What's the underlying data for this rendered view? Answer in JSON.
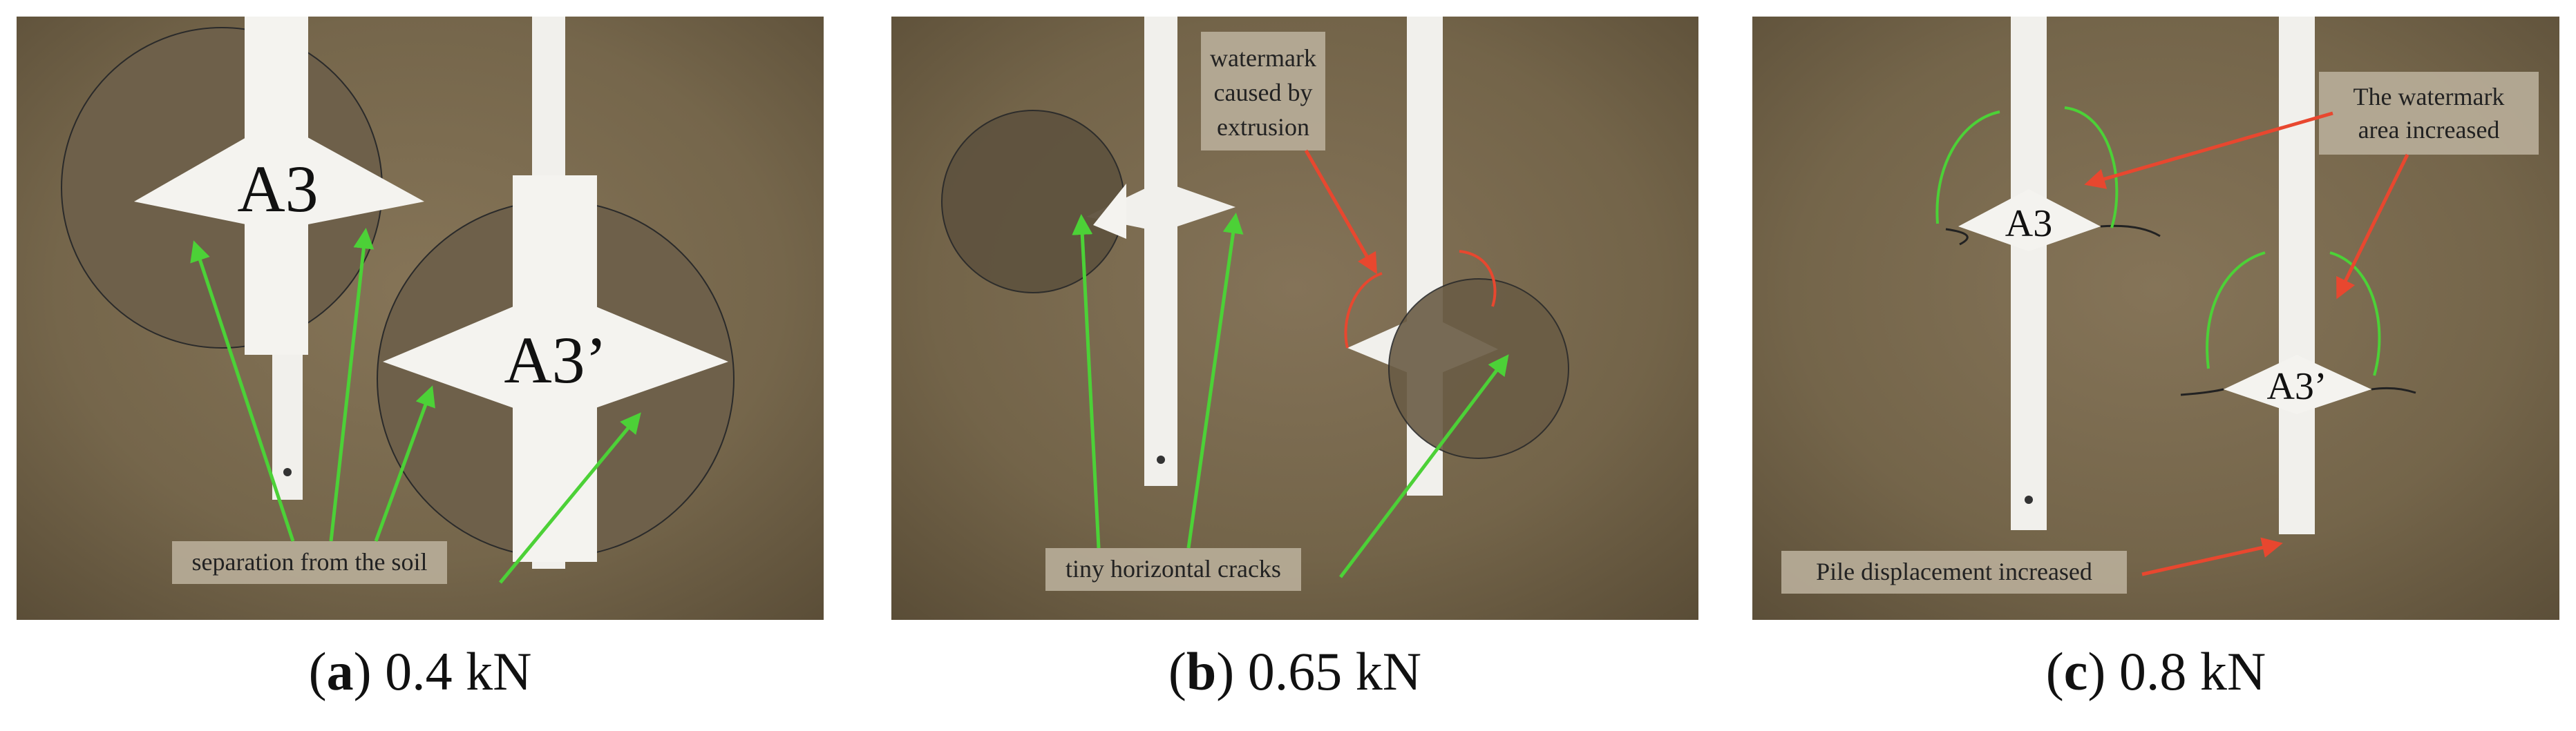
{
  "panels": [
    {
      "id": "a",
      "caption_letter": "a",
      "caption_value": "0.4 kN",
      "pile_labels": [
        "A3",
        "A3’"
      ],
      "annotations": [
        {
          "lines": [
            "separation from the soil"
          ],
          "arrow_color": "#4cd137"
        }
      ]
    },
    {
      "id": "b",
      "caption_letter": "b",
      "caption_value": "0.65 kN",
      "pile_labels": [],
      "annotations": [
        {
          "lines": [
            "watermark",
            "caused by",
            "extrusion"
          ],
          "arrow_color": "#e8472f"
        },
        {
          "lines": [
            "tiny horizontal cracks"
          ],
          "arrow_color": "#4cd137"
        }
      ]
    },
    {
      "id": "c",
      "caption_letter": "c",
      "caption_value": "0.8 kN",
      "pile_labels": [
        "A3",
        "A3’"
      ],
      "annotations": [
        {
          "lines": [
            "The watermark",
            "area increased"
          ],
          "arrow_color": "#e8472f"
        },
        {
          "lines": [
            "Pile displacement increased"
          ],
          "arrow_color": "#e8472f"
        }
      ]
    }
  ],
  "colors": {
    "soil": "#7a6a4e",
    "soil_dark": "#5e513a",
    "pile": "#f4f3ef",
    "label_box": "#b7ad98",
    "green_arrow": "#4cd137",
    "red_arrow": "#e8472f"
  }
}
